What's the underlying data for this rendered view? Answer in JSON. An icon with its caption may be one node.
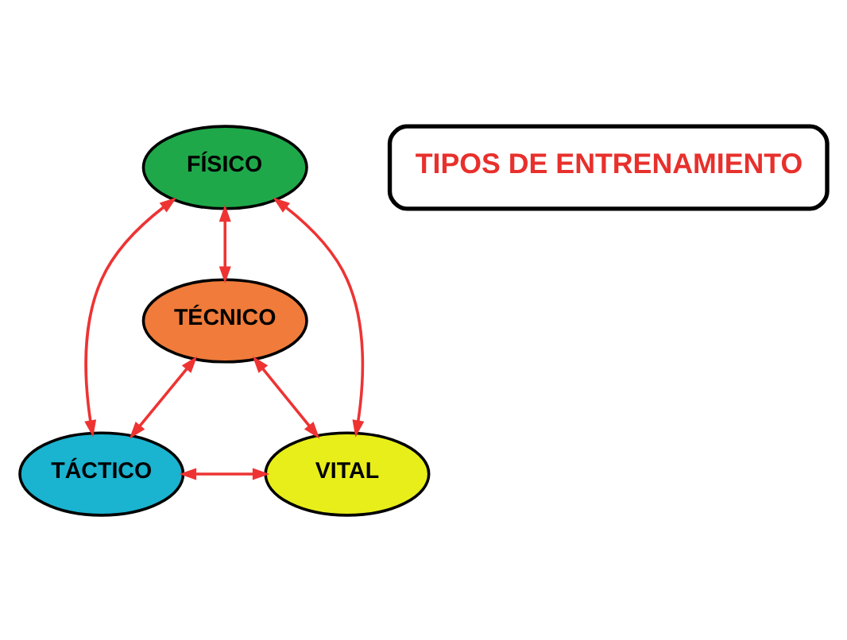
{
  "diagram": {
    "nodes": [
      {
        "text": [
          "FÍSICO"
        ]
      },
      {
        "text": [
          "TIPOS DE ENTRENAMIENTO"
        ]
      },
      {
        "text": [
          "TÉCNICO"
        ]
      },
      {
        "text": [
          "VITAL"
        ]
      },
      {
        "text": [
          "TÁCTICO"
        ]
      }
    ],
    "edges": [
      {
        "from": 0,
        "to": 2,
        "arrow": "both"
      },
      {
        "from": 0,
        "to": 4,
        "arrow": "both"
      },
      {
        "from": 0,
        "to": 3,
        "arrow": "both"
      },
      {
        "from": 2,
        "to": 3,
        "arrow": "both"
      },
      {
        "from": 2,
        "to": 4,
        "arrow": "both"
      },
      {
        "from": 4,
        "to": 3,
        "arrow": "both"
      }
    ]
  }
}
